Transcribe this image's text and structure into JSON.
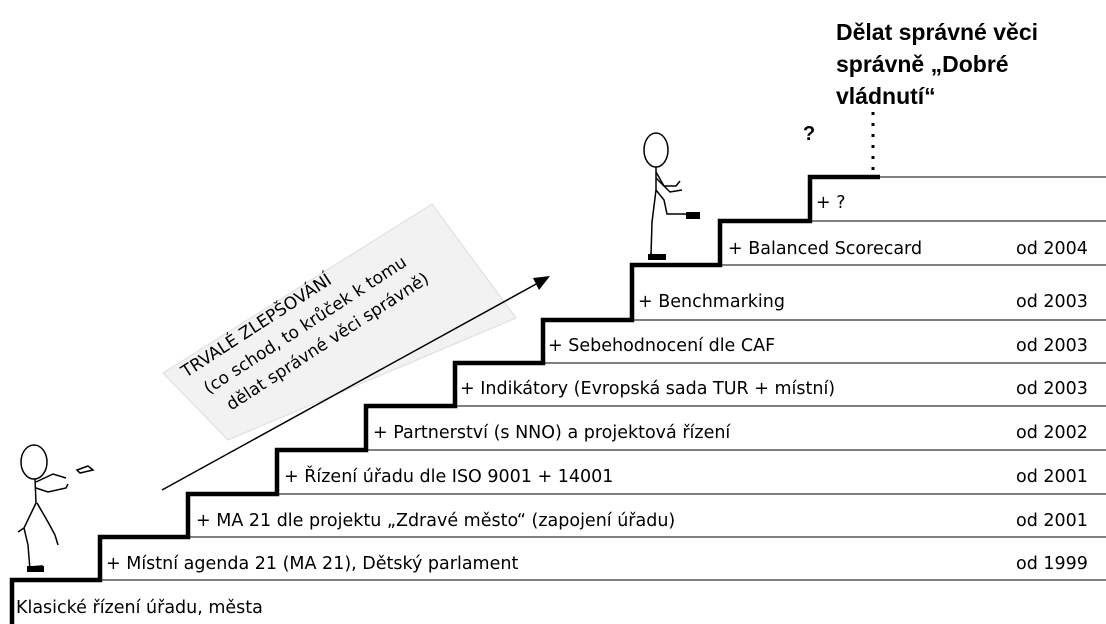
{
  "goal": {
    "lines": [
      "Dělat správné věci",
      "správně „Dobré",
      "vládnutí“"
    ]
  },
  "question_mark": "?",
  "banner": {
    "lines": [
      "TRVALÉ ZLEPŠOVÁNÍ",
      "(co schod, to krůček k tomu",
      "dělat správné věci správně)"
    ]
  },
  "steps": [
    {
      "label": "Klasické řízení úřadu, města",
      "year": ""
    },
    {
      "label": "+ Místní agenda 21 (MA 21), Dětský parlament",
      "year": "od 1999"
    },
    {
      "label": "+ MA 21 dle projektu „Zdravé město“ (zapojení úřadu)",
      "year": "od 2001"
    },
    {
      "label": "+ Řízení úřadu dle ISO 9001 + 14001",
      "year": "od 2001"
    },
    {
      "label": "+ Partnerství (s NNO) a projektová řízení",
      "year": "od 2002"
    },
    {
      "label": "+ Indikátory (Evropská sada TUR + místní)",
      "year": "od 2003"
    },
    {
      "label": "+ Sebehodnocení dle CAF",
      "year": "od 2003"
    },
    {
      "label": "+ Benchmarking",
      "year": "od 2003"
    },
    {
      "label": "+ Balanced Scorecard",
      "year": "od 2004"
    },
    {
      "label": "+ ?",
      "year": ""
    }
  ]
}
